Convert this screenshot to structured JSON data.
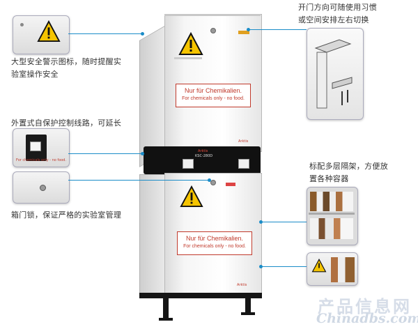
{
  "captions": {
    "hinge": "开门方向可随使用习惯\n或空间安排左右切换",
    "warning": "大型安全警示图标，随时提醒实\n验室操作安全",
    "control": "外置式自保护控制线路，可延长",
    "lock": "箱门锁，保证严格的实验室管理",
    "shelves": "标配多层隔架，方便放\n置各种容器"
  },
  "labels": {
    "de_upper": "Nur für Chemikalien.",
    "en_upper": "For chemicals only - no food.",
    "de_lower": "Nur für Chemikalien.",
    "en_lower": "For chemicals only - no food.",
    "thumb_en": "For chemicals only - no food."
  },
  "brand": {
    "name": "Arktis",
    "model": "KSC-280D"
  },
  "watermark": {
    "cn": "产品信息网",
    "en": "Chinadbs.com"
  },
  "colors": {
    "accent": "#1a8cc8",
    "label_red": "#c0392b",
    "warning_yellow": "#f5c400"
  },
  "icons": [
    "warning-triangle-icon",
    "lock-icon",
    "hinge-icon",
    "socket-icon"
  ]
}
